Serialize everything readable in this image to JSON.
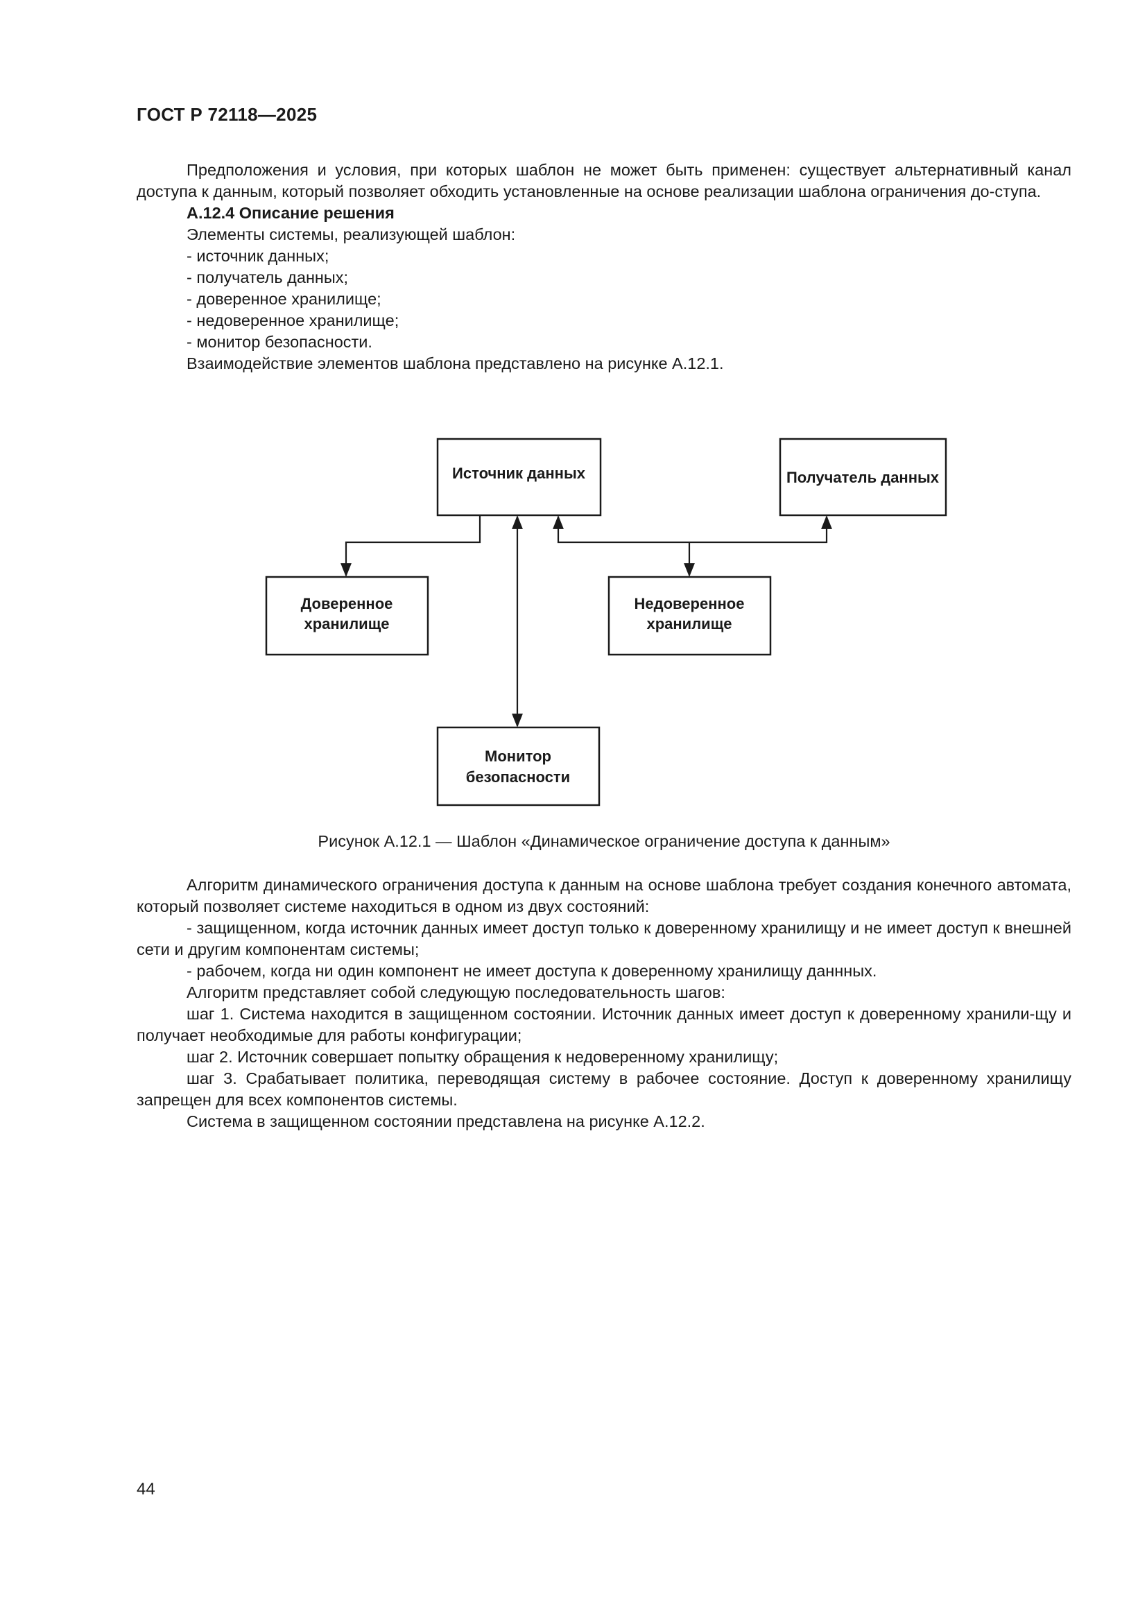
{
  "header": {
    "title": "ГОСТ Р 72118—2025"
  },
  "text_block_1": [
    "Предположения и условия, при которых шаблон не может быть применен: существует альтернативный канал доступа к данным, который позволяет обходить установленные на основе реализации шаблона ограничения до-ступа.",
    "А.12.4 Описание решения",
    "Элементы системы, реализующей шаблон:",
    "- источник данных;",
    "- получатель данных;",
    "- доверенное хранилище;",
    "- недоверенное хранилище;",
    "- монитор безопасности.",
    "Взаимодействие элементов шаблона представлено на рисунке А.12.1."
  ],
  "figure": {
    "nodes": {
      "source": "Источник данных",
      "receiver": "Получатель данных",
      "trusted_1": "Доверенное",
      "trusted_2": "хранилище",
      "untrusted_1": "Недоверенное",
      "untrusted_2": "хранилище",
      "monitor_1": "Монитор",
      "monitor_2": "безопасности"
    },
    "caption": "Рисунок А.12.1 — Шаблон «Динамическое ограничение доступа к данным»"
  },
  "text_block_2": [
    "Алгоритм динамического ограничения доступа к данным на основе шаблона требует создания конечного автомата, который позволяет системе находиться в одном из двух состояний:",
    "- защищенном, когда источник данных имеет доступ только к доверенному хранилищу и не имеет доступ к внешней сети и другим компонентам системы;",
    "- рабочем, когда ни один компонент не имеет доступа к доверенному хранилищу даннных.",
    "Алгоритм представляет собой следующую последовательность шагов:",
    "шаг 1. Система находится в защищенном состоянии. Источник данных имеет доступ к доверенному хранили-щу и получает необходимые для работы конфигурации;",
    "шаг 2. Источник совершает попытку обращения к недоверенному хранилищу;",
    "шаг 3. Срабатывает политика, переводящая систему в рабочее состояние. Доступ к доверенному хранилищу запрещен для всех компонентов системы.",
    "Система в защищенном состоянии представлена на рисунке А.12.2."
  ],
  "footer": {
    "page_number": "44"
  }
}
